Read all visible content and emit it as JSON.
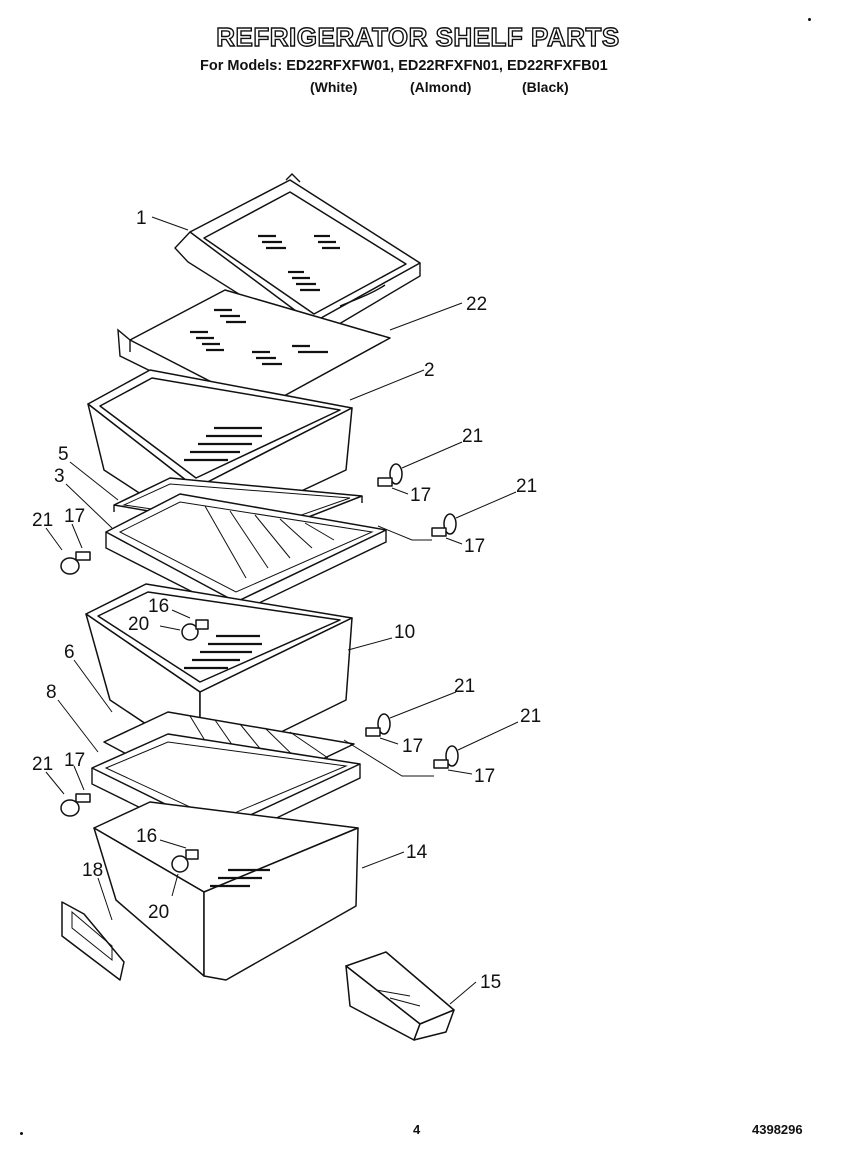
{
  "header": {
    "title": "REFRIGERATOR SHELF PARTS",
    "models": "For Models: ED22RFXFW01, ED22RFXFN01, ED22RFXFB01",
    "variants": [
      "(White)",
      "(Almond)",
      "(Black)"
    ]
  },
  "callouts": {
    "p1": "1",
    "p22": "22",
    "p2": "2",
    "p5": "5",
    "p3": "3",
    "p21a": "21",
    "p17a": "17",
    "p21b": "21",
    "p17b": "17",
    "p21c": "21",
    "p17c": "17",
    "p16a": "16",
    "p20a": "20",
    "p10": "10",
    "p6": "6",
    "p8": "8",
    "p21d": "21",
    "p17d": "17",
    "p21e": "21",
    "p17e": "17",
    "p21f": "21",
    "p17f": "17",
    "p16b": "16",
    "p20b": "20",
    "p14": "14",
    "p18": "18",
    "p15": "15"
  },
  "footer": {
    "page_number": "4",
    "document_number": "4398296"
  }
}
